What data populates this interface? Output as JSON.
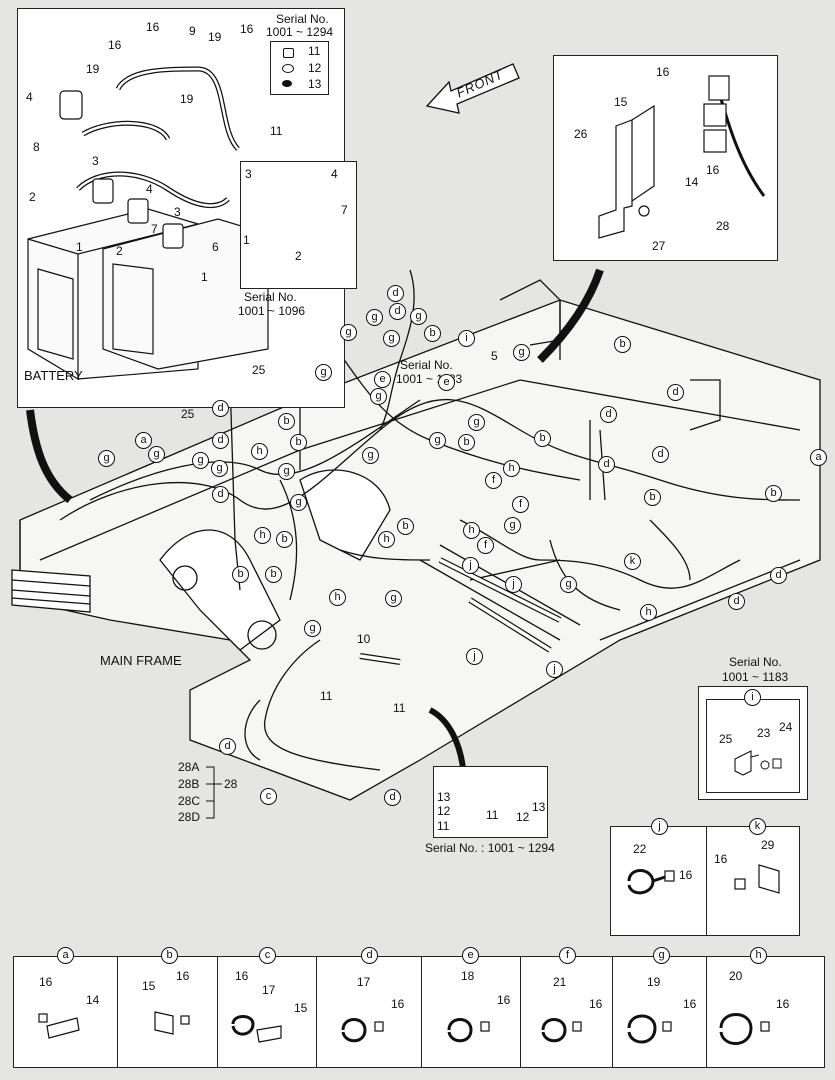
{
  "battery": {
    "title": "BATTERY",
    "serial_top_label": "Serial No.",
    "serial_top_range": "1001 ~ 1294",
    "serial_inset_label": "Serial No.",
    "serial_inset_range": "1001 ~ 1096",
    "parts_main": [
      "16",
      "9",
      "19",
      "16",
      "16",
      "19",
      "19",
      "4",
      "8",
      "11",
      "3",
      "4",
      "2",
      "1",
      "7",
      "3",
      "6",
      "2",
      "1"
    ],
    "parts_serial_box": [
      "11",
      "12",
      "13"
    ],
    "parts_inset": [
      "3",
      "4",
      "7",
      "1",
      "2"
    ]
  },
  "front_arrow": "FRONT",
  "bracket_detail": {
    "parts": [
      "16",
      "15",
      "26",
      "14",
      "16",
      "28",
      "27"
    ]
  },
  "main_frame": {
    "title": "MAIN FRAME",
    "serial_label": "Serial No.",
    "serial_range": "1001 ~ 1183",
    "parts": [
      "25",
      "25",
      "5",
      "10",
      "11",
      "11"
    ],
    "harness_parts": [
      "28A",
      "28B",
      "28C",
      "28D",
      "28"
    ]
  },
  "detail_i": {
    "serial_label": "Serial No.",
    "serial_range": "1001 ~ 1183",
    "tag": "i",
    "parts": [
      "25",
      "23",
      "24"
    ]
  },
  "bottom_pipe_detail": {
    "serial_text": "Serial No. : 1001 ~ 1294",
    "parts": [
      "13",
      "12",
      "11",
      "11",
      "12",
      "13"
    ]
  },
  "detail_jk": [
    {
      "tag": "j",
      "parts": [
        "22",
        "16"
      ]
    },
    {
      "tag": "k",
      "parts": [
        "29",
        "16"
      ]
    }
  ],
  "clamp_legend": [
    {
      "tag": "a",
      "parts": [
        "16",
        "14"
      ]
    },
    {
      "tag": "b",
      "parts": [
        "15",
        "16"
      ]
    },
    {
      "tag": "c",
      "parts": [
        "16",
        "17",
        "15"
      ]
    },
    {
      "tag": "d",
      "parts": [
        "17",
        "16"
      ]
    },
    {
      "tag": "e",
      "parts": [
        "18",
        "16"
      ]
    },
    {
      "tag": "f",
      "parts": [
        "21",
        "16"
      ]
    },
    {
      "tag": "g",
      "parts": [
        "19",
        "16"
      ]
    },
    {
      "tag": "h",
      "parts": [
        "20",
        "16"
      ]
    }
  ],
  "callouts": [
    "a",
    "g",
    "g",
    "g",
    "g",
    "d",
    "d",
    "d",
    "b",
    "g",
    "e",
    "g",
    "g",
    "b",
    "h",
    "h",
    "b",
    "h",
    "b",
    "b",
    "b",
    "h",
    "g",
    "g",
    "d",
    "d",
    "g",
    "g",
    "g",
    "g",
    "i",
    "b",
    "g",
    "d",
    "d",
    "b",
    "b",
    "d",
    "d",
    "g",
    "h",
    "f",
    "b",
    "g",
    "e",
    "g",
    "h",
    "j",
    "f",
    "f",
    "g",
    "g",
    "j",
    "j",
    "j",
    "g",
    "k",
    "h",
    "d",
    "d",
    "b",
    "b",
    "a",
    "d",
    "c",
    "d"
  ]
}
